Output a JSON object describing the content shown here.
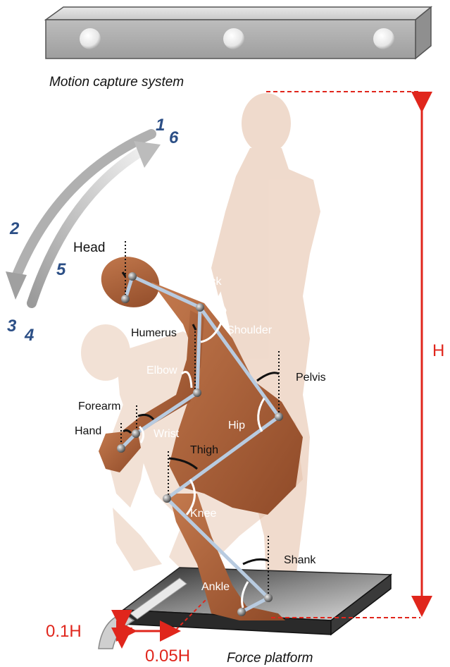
{
  "texts": {
    "motion_capture": "Motion capture system",
    "force_platform": "Force platform",
    "height": "H",
    "dist_01h": "0.1H",
    "dist_005h": "0.05H"
  },
  "sequence": {
    "n1": "1",
    "n2": "2",
    "n3": "3",
    "n4": "4",
    "n5": "5",
    "n6": "6"
  },
  "joints": {
    "head": "Head",
    "neck": "Neck",
    "shoulder": "Shoulder",
    "humerus": "Humerus",
    "elbow": "Elbow",
    "pelvis": "Pelvis",
    "hip": "Hip",
    "forearm": "Forearm",
    "hand": "Hand",
    "wrist": "Wrist",
    "thigh": "Thigh",
    "knee": "Knee",
    "shank": "Shank",
    "ankle": "Ankle"
  },
  "colors": {
    "arrow_red": "#e0261c",
    "number_blue": "#2c4f86",
    "skin": "#b2643c",
    "ghost": "#e3bda4",
    "segment": "#b8cbe0"
  }
}
